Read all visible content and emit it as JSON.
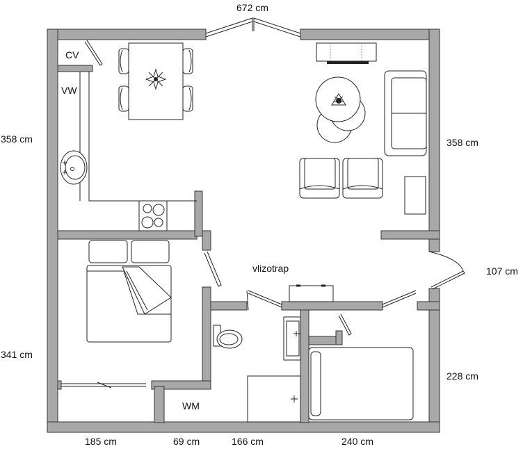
{
  "dimensions": {
    "top": "672 cm",
    "left_upper": "358 cm",
    "right_upper": "358 cm",
    "right_door": "107 cm",
    "left_lower": "341 cm",
    "right_lower": "228 cm",
    "bottom_1": "185 cm",
    "bottom_2": "69 cm",
    "bottom_3": "166 cm",
    "bottom_4": "240 cm"
  },
  "rooms": {
    "cv": "CV",
    "vw": "VW",
    "wm": "WM",
    "hatch": "vlizotrap"
  }
}
